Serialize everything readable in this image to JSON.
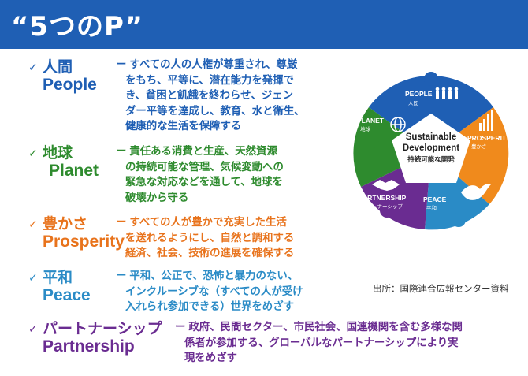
{
  "header": {
    "title": "“5つのP”"
  },
  "colors": {
    "header_bg": "#1f5fb4",
    "people": "#1f5fb4",
    "planet": "#2e8b2e",
    "prosperity": "#e8731c",
    "peace": "#2a8bc6",
    "partnership": "#6a2c91"
  },
  "items": [
    {
      "check": "✓",
      "jp": "人間",
      "en": "People",
      "dash": "ー",
      "lines": [
        "すべての人の人権が尊重され、尊厳",
        "をもち、平等に、潜在能力を発揮で",
        "き、貧困と飢餓を終わらせ、ジェン",
        "ダー平等を達成し、教育、水と衛生、",
        "健康的な生活を保障する"
      ]
    },
    {
      "check": "✓",
      "jp": "地球",
      "en": "Planet",
      "dash": "ー",
      "lines": [
        "責任ある消費と生産、天然資源",
        "の持続可能な管理、気候変動への",
        "緊急な対応などを通して、地球を",
        "破壊から守る"
      ]
    },
    {
      "check": "✓",
      "jp": "豊かさ",
      "en": "Prosperity",
      "dash": "ー",
      "lines": [
        "すべての人が豊かで充実した生活",
        "を送れるようにし、自然と調和する",
        "経済、社会、技術の進展を確保する"
      ]
    },
    {
      "check": "✓",
      "jp": "平和",
      "en": "Peace",
      "dash": "ー",
      "lines": [
        "平和、公正で、恐怖と暴力のない、",
        "インクルーシブな（すべての人が受け",
        "入れられ参加できる）世界をめざす"
      ]
    },
    {
      "check": "✓",
      "jp": "パートナーシップ",
      "en": "Partnership",
      "dash": "ー",
      "lines": [
        "政府、民間セクター、市民社会、国連機関を含む多様な関",
        "係者が参加する、グローバルなパートナーシップにより実",
        "現をめざす"
      ]
    }
  ],
  "source": "出所：国際連合広報センター資料",
  "diagram": {
    "center_line1": "Sustainable",
    "center_line2": "Development",
    "center_line3": "持続可能な開発",
    "people_en": "PEOPLE",
    "people_jp": "人間",
    "prosperity_en": "PROSPERITY",
    "prosperity_jp": "豊かさ",
    "peace_en": "PEACE",
    "peace_jp": "平和",
    "partnership_en": "PARTNERSHIP",
    "partnership_jp": "パートナーシップ",
    "planet_en": "PLANET",
    "planet_jp": "地球"
  }
}
